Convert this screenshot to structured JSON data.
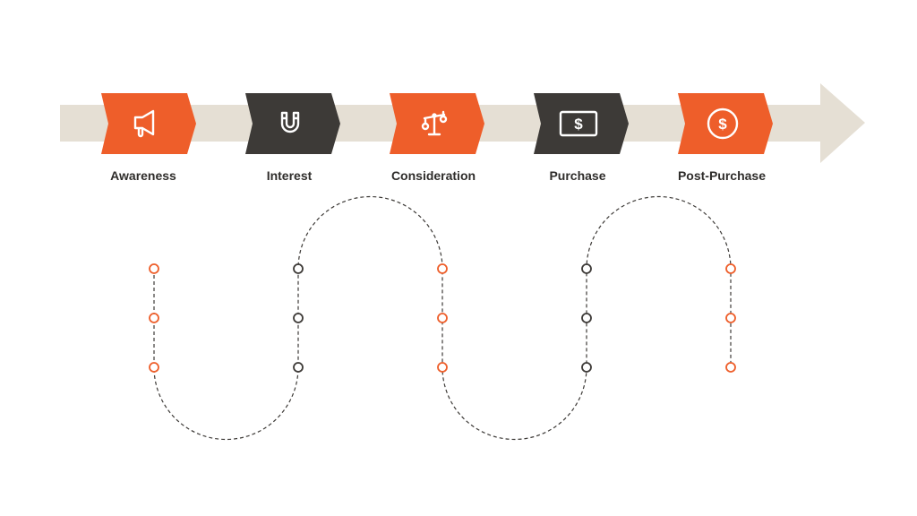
{
  "colors": {
    "orange": "#ee5e2a",
    "dark": "#3d3a37",
    "track": "#e5dfd4",
    "dash": "#3d3a37"
  },
  "stages": [
    {
      "label": "Awareness",
      "icon": "megaphone-icon",
      "color": "orange"
    },
    {
      "label": "Interest",
      "icon": "magnet-icon",
      "color": "dark"
    },
    {
      "label": "Consideration",
      "icon": "scale-icon",
      "color": "orange"
    },
    {
      "label": "Purchase",
      "icon": "cash-bill-icon",
      "color": "dark"
    },
    {
      "label": "Post-Purchase",
      "icon": "coin-dollar-icon",
      "color": "orange"
    }
  ]
}
